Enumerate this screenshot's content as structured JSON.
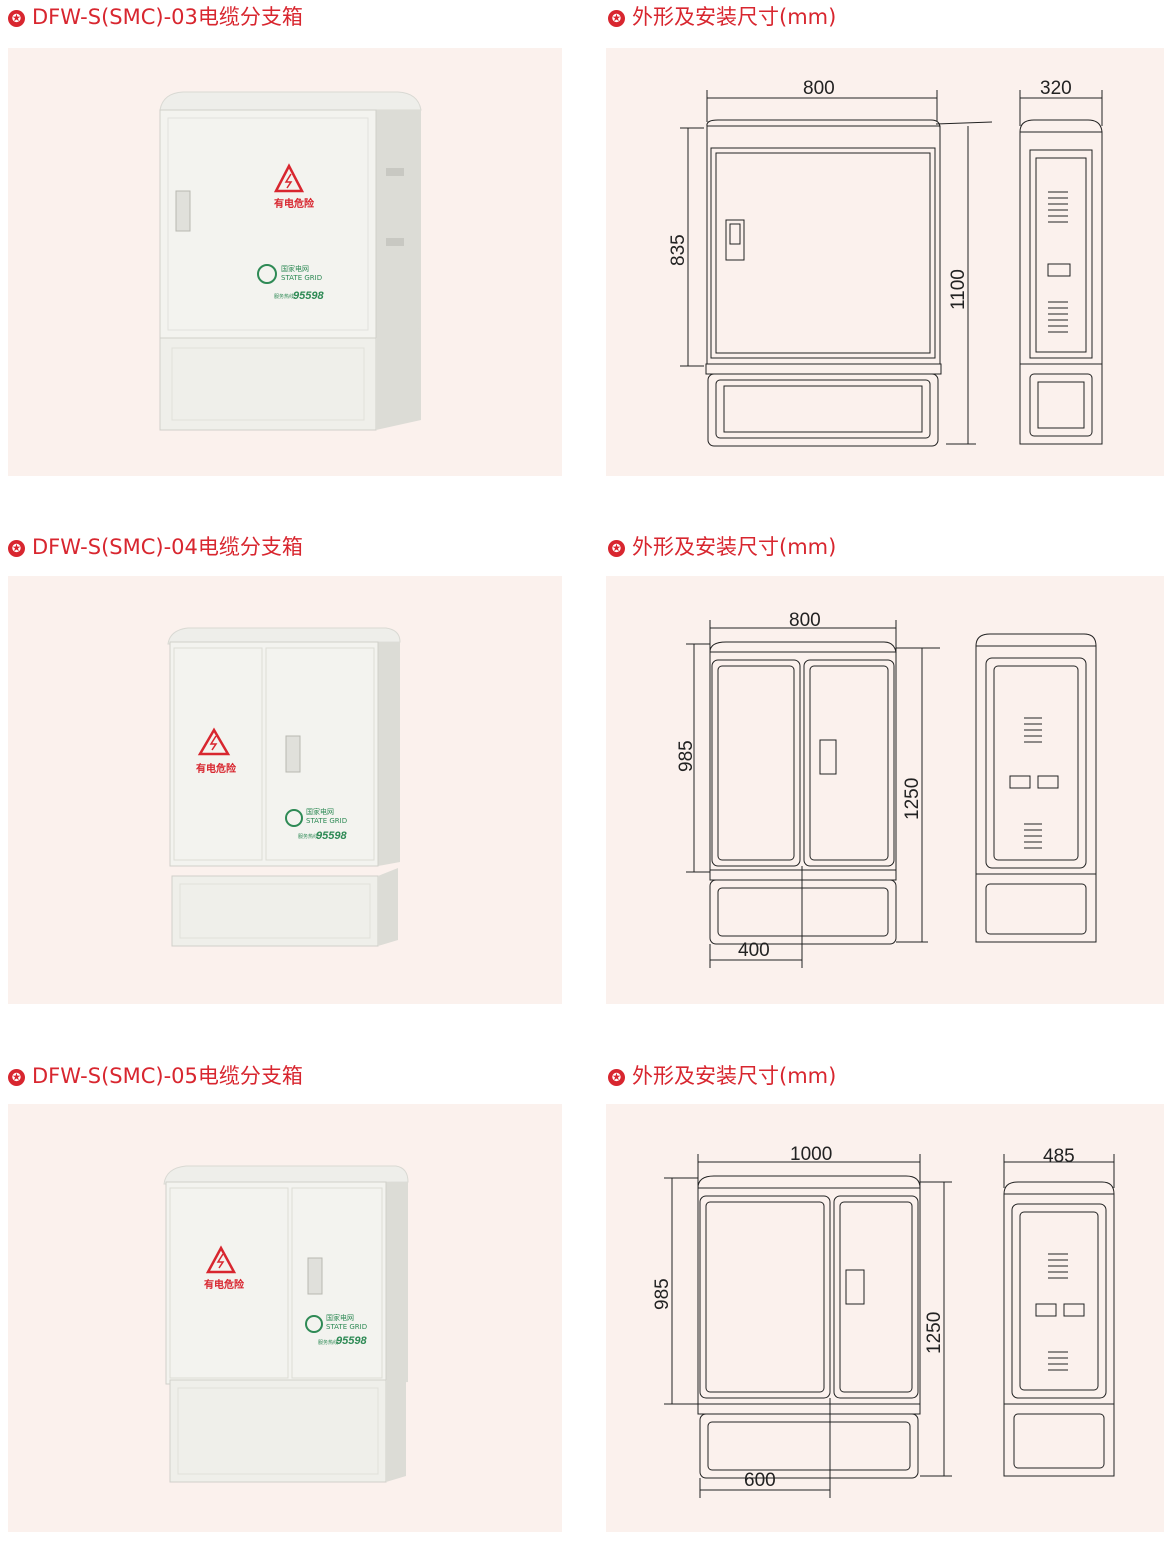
{
  "sections": [
    {
      "product_title": "DFW-S(SMC)-03电缆分支箱",
      "drawing_title": "外形及安装尺寸(mm)",
      "dimensions": {
        "width": "800",
        "depth": "320",
        "door_height": "835",
        "total_height": "1100"
      }
    },
    {
      "product_title": "DFW-S(SMC)-04电缆分支箱",
      "drawing_title": "外形及安装尺寸(mm)",
      "dimensions": {
        "width": "800",
        "door_height": "985",
        "total_height": "1250",
        "base_offset": "400"
      }
    },
    {
      "product_title": "DFW-S(SMC)-05电缆分支箱",
      "drawing_title": "外形及安装尺寸(mm)",
      "dimensions": {
        "width": "1000",
        "depth": "485",
        "door_height": "985",
        "total_height": "1250",
        "base_offset": "600"
      }
    }
  ],
  "cabinet_label": {
    "warning": "有电危险",
    "brand_cn": "国家电网",
    "brand_en": "STATE GRID",
    "hotline_label": "服务热线",
    "hotline": "95598"
  },
  "colors": {
    "accent": "#d8262f",
    "panel_bg": "#fbf1ed",
    "logo_green": "#2e8a55"
  }
}
